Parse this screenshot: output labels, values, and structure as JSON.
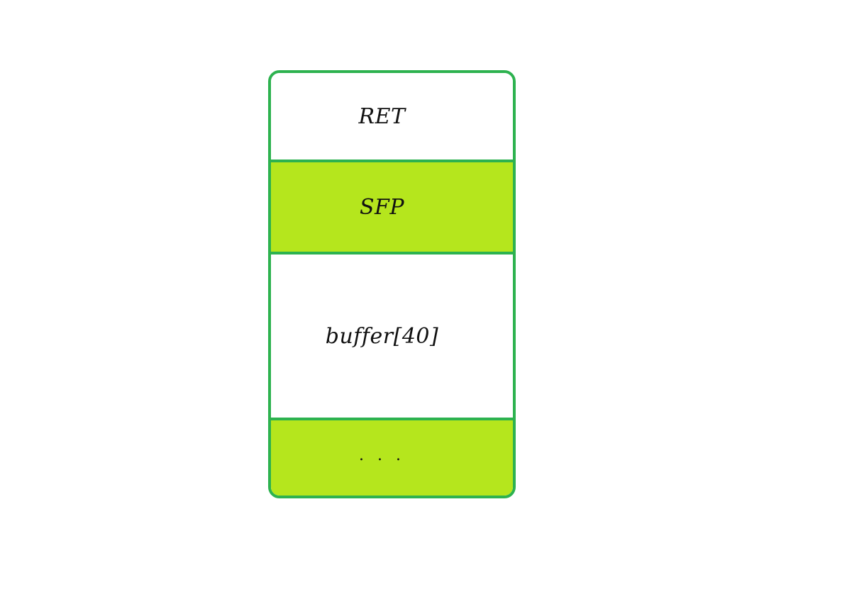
{
  "colors": {
    "border": "#2db24f",
    "fill_highlight": "#b5e61d",
    "fill_plain": "#ffffff",
    "text": "#111111"
  },
  "stack": {
    "cells": [
      {
        "label": "RET",
        "fill": "#ffffff"
      },
      {
        "label": "SFP",
        "fill": "#b5e61d"
      },
      {
        "label": "buffer[40]",
        "fill": "#ffffff"
      },
      {
        "label": ". . .",
        "fill": "#b5e61d"
      }
    ]
  }
}
